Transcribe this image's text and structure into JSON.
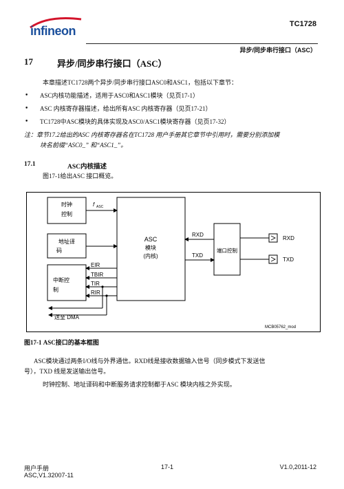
{
  "header": {
    "logo_text": "infineon",
    "doc_code": "TC1728",
    "running_title": "异步/同步串行接口（ASC）"
  },
  "chapter": {
    "number": "17",
    "title": "异步/同步串行接口（ASC）"
  },
  "intro": "本章描述TC1728两个异步/同步串行接口ASC0和ASC1，包括以下章节：",
  "bullets": [
    "ASC内核功能描述，适用于ASC0和ASC1模块（见页17-1）",
    "ASC 内核寄存器描述，给出所有ASC 内核寄存器（见页17-21）",
    "TC1728中ASC模块的具体实现及ASC0/ASC1模块寄存器（见页17-32）"
  ],
  "note_lines": [
    "注：章节17.2给出的ASC 内核寄存器名在TC1728 用户手册其它章节中引用时，需要分别添加模",
    "块名前缀“ASC0_” 和“ASC1_”。"
  ],
  "section": {
    "number": "17.1",
    "title": "ASC内核描述",
    "lead": "图17-1给出ASC 接口概览。"
  },
  "figure": {
    "clock_block": "时钟\n控制",
    "fasc_label": "f",
    "fasc_sub": "ASC",
    "addr_block_line1": "地址译",
    "addr_block_line2": "码",
    "irq_block_line1": "中断控",
    "irq_block_line2": "制",
    "asc_line1": "ASC",
    "asc_line2": "模块",
    "asc_line3": "(内核)",
    "irq_signals": [
      "EIR",
      "TBIR",
      "TIR",
      "RIR"
    ],
    "dma_label": "送至 DMA",
    "rxd_label": "RXD",
    "txd_label": "TXD",
    "port_block": "端口控制",
    "pin_rxd": "RXD",
    "pin_txd": "TXD",
    "figure_id": "MCB05762_mod"
  },
  "caption": "图17-1  ASC接口的基本框图",
  "body_para1_line1": "ASC模块通过两条I/O线与外界通信。RXD线是接收数据输入信号（同步模式下发送信",
  "body_para1_line2": "号），TXD 线是发送输出信号。",
  "body_para2": "时钟控制、地址译码和中断服务请求控制都于ASC 模块内核之外实现。",
  "footer": {
    "manual": "用户手册",
    "doc_version": "ASC,V1.32007-11",
    "page": "17-1",
    "version": "V1.0,2011-12"
  }
}
